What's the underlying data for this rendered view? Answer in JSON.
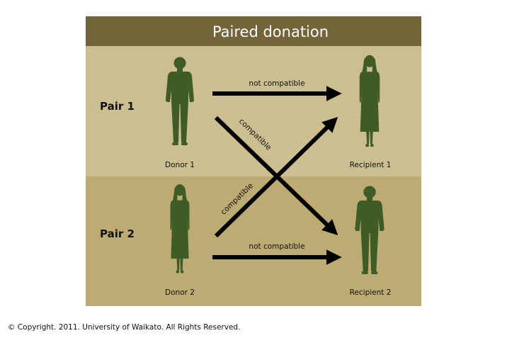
{
  "title": "Paired donation",
  "pairs": [
    {
      "label": "Pair 1",
      "donor": "Donor 1",
      "recipient": "Recipient 1"
    },
    {
      "label": "Pair 2",
      "donor": "Donor 2",
      "recipient": "Recipient 2"
    }
  ],
  "arrows": {
    "top": "not compatible",
    "bottom": "not compatible",
    "cross_down": "compatible",
    "cross_up": "compatible"
  },
  "colors": {
    "header": "#736439",
    "band_top": "#cbbf91",
    "band_bottom": "#bcab72",
    "figure": "#3f5c27",
    "arrow": "#000000"
  },
  "copyright": "© Copyright. 2011. University of Waikato. All Rights Reserved."
}
